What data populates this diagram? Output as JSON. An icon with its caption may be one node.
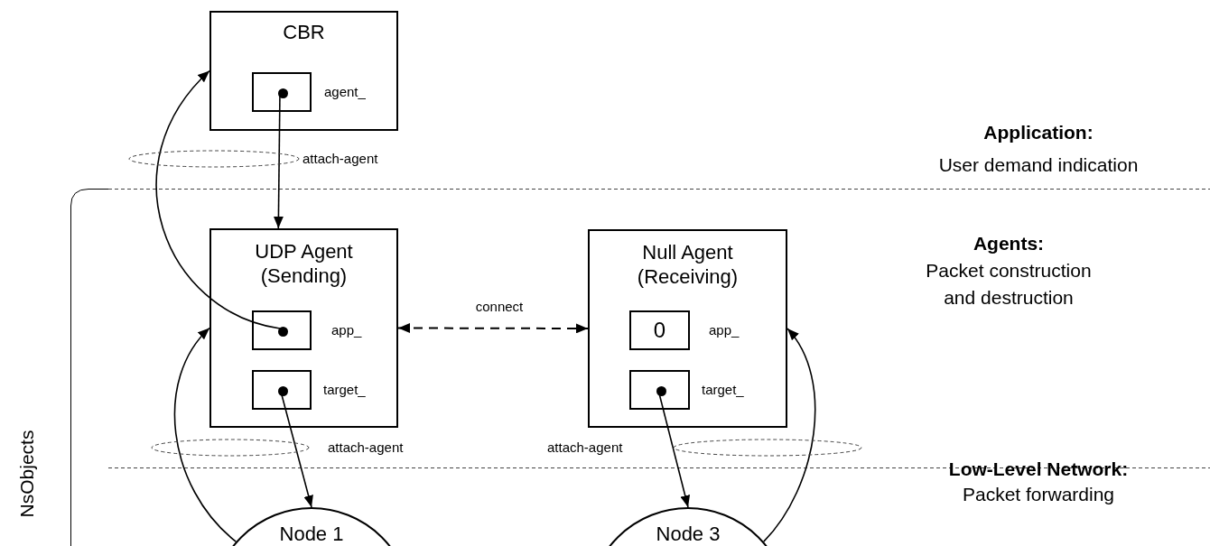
{
  "diagram": {
    "nodes": [
      {
        "text": [
          "CBR"
        ]
      },
      {
        "text": [],
        "shape": "box",
        "in": 0,
        "beside": [
          "agent_"
        ]
      },
      {
        "text": [
          "UDP Agent (Sending)"
        ]
      },
      {
        "text": [],
        "shape": "box",
        "in": 2,
        "beside": [
          "app_"
        ]
      },
      {
        "text": [],
        "shape": "box",
        "in": 2,
        "beside": [
          "target_"
        ]
      },
      {
        "text": [
          "Null Agent (Receiving)"
        ]
      },
      {
        "text": [
          "0"
        ],
        "in": 5,
        "beside": [
          "app_"
        ]
      },
      {
        "text": [],
        "shape": "box",
        "in": 5,
        "beside": [
          "target_"
        ]
      },
      {
        "text": [
          "Node 1"
        ]
      },
      {
        "text": [
          "Node 3"
        ]
      },
      {
        "text": [],
        "shape": "ellipse",
        "beside": [
          "attach-agent"
        ]
      },
      {
        "text": [],
        "shape": "ellipse",
        "beside": [
          "attach-agent"
        ]
      },
      {
        "text": [],
        "shape": "ellipse",
        "beside": [
          "attach-agent"
        ]
      }
    ],
    "edges": [
      {
        "from": 1,
        "to": 2,
        "arrow": "to"
      },
      {
        "from": 3,
        "to": 0,
        "arrow": "to"
      },
      {
        "from": 4,
        "to": 8,
        "arrow": "to"
      },
      {
        "from": 2,
        "to": 5,
        "arrow": "both",
        "label": "connect",
        "style": "dashed"
      },
      {
        "from": 7,
        "to": 9,
        "arrow": "to"
      },
      {
        "from": 8,
        "to": 2,
        "arrow": "to"
      },
      {
        "from": 9,
        "to": 5,
        "arrow": "to"
      }
    ],
    "labels": [
      "Application:",
      "User demand indication",
      "Agents:",
      "Packet construction and destruction",
      "NsObjects",
      "Low-Level Network:",
      "Packet forwarding"
    ]
  }
}
